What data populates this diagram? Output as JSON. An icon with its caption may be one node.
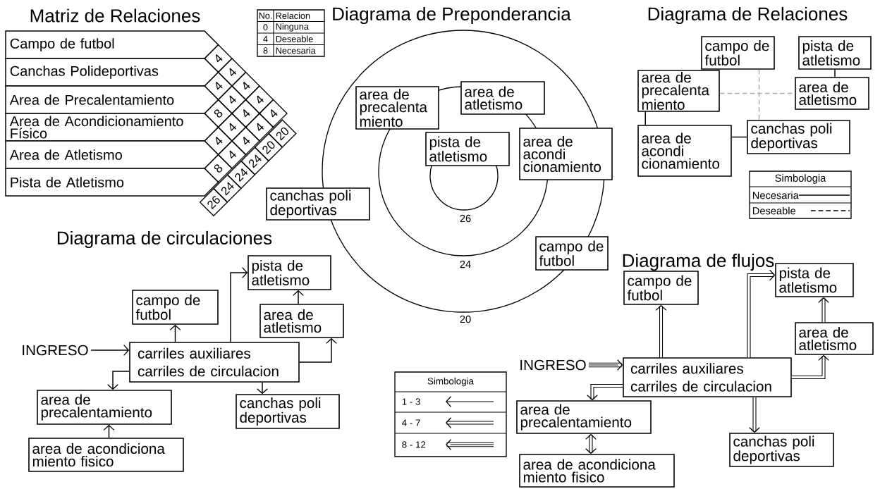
{
  "diagram": {
    "nodes": [
      {
        "text": [
          "Campo de futbol"
        ]
      },
      {
        "text": [
          "Canchas Polideportivas"
        ]
      },
      {
        "text": [
          "Area de Precalentamiento"
        ]
      },
      {
        "text": [
          "Area de Acondicionamiento Físico"
        ]
      },
      {
        "text": [
          "Area de Atletismo"
        ]
      },
      {
        "text": [
          "Pista de Atletismo"
        ]
      },
      {
        "text": [
          "area de precalenta miento"
        ]
      },
      {
        "text": [
          "area de atletismo"
        ]
      },
      {
        "text": [
          "pista de atletismo"
        ]
      },
      {
        "text": [
          "area de acondi cionamiento"
        ]
      },
      {
        "text": [
          "canchas poli deportivas"
        ]
      },
      {
        "text": [
          "campo de futbol"
        ]
      },
      {
        "text": [
          "campo de futbol"
        ]
      },
      {
        "text": [
          "pista de atletismo"
        ]
      },
      {
        "text": [
          "area de precalenta miento"
        ]
      },
      {
        "text": [
          "area de atletismo"
        ]
      },
      {
        "text": [
          "area de acondi cionamiento"
        ]
      },
      {
        "text": [
          "canchas poli deportivas"
        ]
      },
      {
        "text": [
          "pista de atletismo"
        ]
      },
      {
        "text": [
          "campo de futbol"
        ]
      },
      {
        "text": [
          "area de atletismo"
        ]
      },
      {
        "text": [
          "INGRESO"
        ]
      },
      {
        "text": [
          "carriles auxiliares carriles de circulacion"
        ]
      },
      {
        "text": [
          "area de precalentamiento"
        ]
      },
      {
        "text": [
          "canchas poli deportivas"
        ]
      },
      {
        "text": [
          "area de acondiciona miento fisico"
        ]
      },
      {
        "text": [
          "pista de atletismo"
        ]
      },
      {
        "text": [
          "campo de futbol"
        ]
      },
      {
        "text": [
          "area de atletismo"
        ]
      },
      {
        "text": [
          "INGRESO"
        ]
      },
      {
        "text": [
          "carriles auxiliares carriles de circulacion"
        ]
      },
      {
        "text": [
          "area de precalentamiento"
        ]
      },
      {
        "text": [
          "canchas poli deportivas"
        ]
      },
      {
        "text": [
          "area de acondiciona miento fisico"
        ]
      }
    ],
    "edges": [
      {
        "from": 13,
        "to": 15,
        "arrow": "none"
      },
      {
        "from": 14,
        "to": 16,
        "arrow": "none"
      },
      {
        "from": 16,
        "to": 17,
        "arrow": "none"
      },
      {
        "from": 14,
        "to": 15,
        "arrow": "none",
        "style": "dashed",
        "color": "#aaaaaa"
      },
      {
        "from": 12,
        "to": 17,
        "arrow": "none",
        "style": "dashed",
        "color": "#aaaaaa"
      },
      {
        "from": 21,
        "to": 22,
        "arrow": "to"
      },
      {
        "from": 22,
        "to": 19,
        "arrow": "to"
      },
      {
        "from": 22,
        "to": 18,
        "arrow": "to"
      },
      {
        "from": 20,
        "to": 18,
        "arrow": "to"
      },
      {
        "from": 22,
        "to": 20,
        "arrow": "to"
      },
      {
        "from": 22,
        "to": 23,
        "arrow": "to"
      },
      {
        "from": 22,
        "to": 24,
        "arrow": "to"
      },
      {
        "from": 25,
        "to": 23,
        "arrow": "to"
      },
      {
        "from": 29,
        "to": 30,
        "arrow": "to",
        "style": "thick"
      },
      {
        "from": 30,
        "to": 27,
        "arrow": "to",
        "style": "thick"
      },
      {
        "from": 30,
        "to": 26,
        "arrow": "to",
        "style": "thick"
      },
      {
        "from": 28,
        "to": 26,
        "arrow": "to",
        "style": "thick"
      },
      {
        "from": 30,
        "to": 28,
        "arrow": "to",
        "style": "thick"
      },
      {
        "from": 30,
        "to": 31,
        "arrow": "to",
        "style": "thick"
      },
      {
        "from": 30,
        "to": 32,
        "arrow": "to",
        "style": "thick"
      },
      {
        "from": 31,
        "to": 33,
        "arrow": "both",
        "style": "thick"
      }
    ],
    "labels": [
      "Matriz de Relaciones",
      "No.",
      "Relacion",
      "0",
      "Ninguna",
      "4",
      "Deseable",
      "8",
      "Necesaria",
      "4",
      "4",
      "8",
      "4",
      "8",
      "4",
      "4",
      "4",
      "4",
      "4",
      "4",
      "4",
      "4",
      "4",
      "4",
      "26",
      "24",
      "24",
      "24",
      "20",
      "20",
      "Diagrama de Preponderancia",
      "26",
      "24",
      "20",
      "Diagrama de Relaciones",
      "Simbologia",
      "Diagrama de circulaciones",
      "Diagrama de flujos",
      "Simbologia"
    ],
    "legend": [
      {
        "text": "Necesaria"
      },
      {
        "text": "Deseable"
      },
      {
        "text": "1 - 3"
      },
      {
        "text": "4 - 7"
      },
      {
        "text": "8 - 12"
      }
    ]
  }
}
